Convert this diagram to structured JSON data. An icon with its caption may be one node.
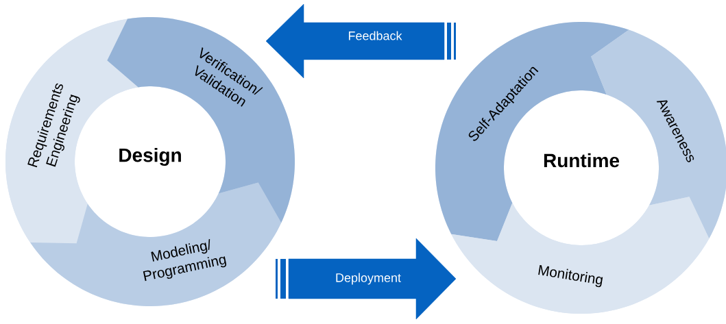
{
  "diagram": {
    "nodes": [
      {
        "text": [
          "Design"
        ]
      },
      {
        "text": [
          "Requirements Engineering"
        ],
        "in": 0
      },
      {
        "text": [
          "Modeling/ Programming"
        ],
        "in": 0
      },
      {
        "text": [
          "Verification/ Validation"
        ],
        "in": 0
      },
      {
        "text": [
          "Runtime"
        ]
      },
      {
        "text": [
          "Self-Adaptation"
        ],
        "in": 4
      },
      {
        "text": [
          "Awareness"
        ],
        "in": 4
      },
      {
        "text": [
          "Monitoring"
        ],
        "in": 4
      }
    ],
    "edges": [
      {
        "from": 4,
        "to": 0,
        "arrow": "to",
        "label": "Feedback"
      },
      {
        "from": 0,
        "to": 4,
        "arrow": "to",
        "label": "Deployment"
      }
    ]
  }
}
